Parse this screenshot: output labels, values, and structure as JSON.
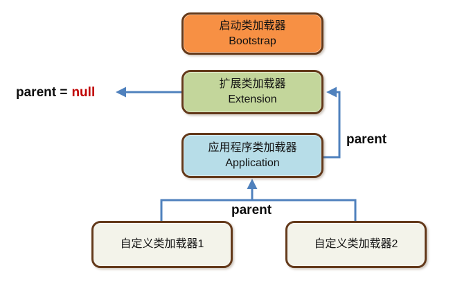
{
  "diagram": {
    "nodes": {
      "bootstrap": {
        "line1": "启动类加载器",
        "line2": "Bootstrap",
        "fill": "#f79044"
      },
      "extension": {
        "line1": "扩展类加载器",
        "line2": "Extension",
        "fill": "#c3d69b"
      },
      "application": {
        "line1": "应用程序类加载器",
        "line2": "Application",
        "fill": "#b7dde8"
      },
      "custom1": {
        "line1": "自定义类加载器1",
        "fill": "#f3f3ea"
      },
      "custom2": {
        "line1": "自定义类加载器2",
        "fill": "#f3f3ea"
      }
    },
    "labels": {
      "parent_null_prefix": "parent =",
      "parent_null_value": "null",
      "parent_right": "parent",
      "parent_bottom": "parent"
    },
    "colors": {
      "arrow_blue": "#4f81bd",
      "box_border_brown": "#63391a",
      "null_red": "#c00000",
      "text_black": "#0d0d0d"
    }
  }
}
